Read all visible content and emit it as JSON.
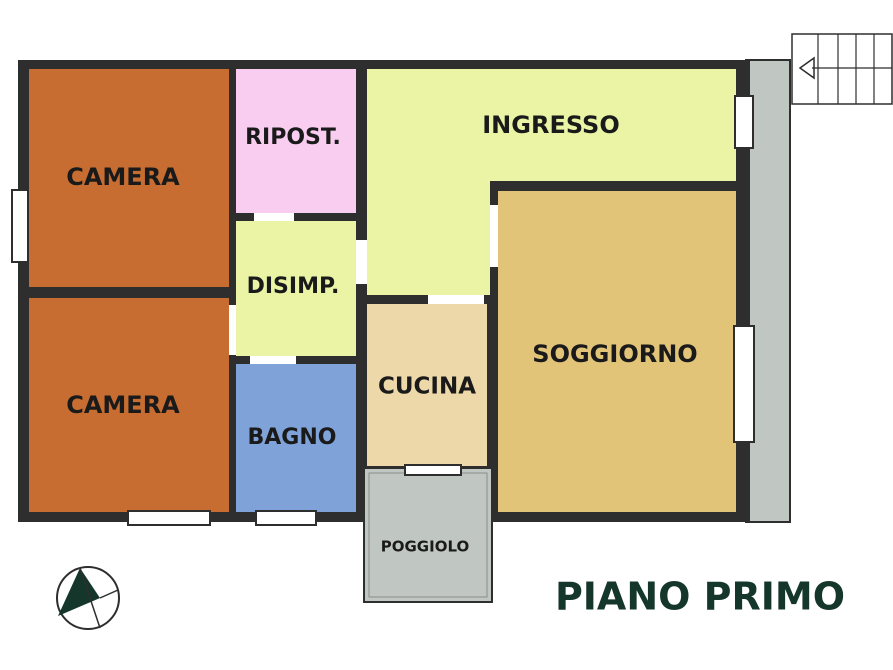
{
  "plan": {
    "title": "PIANO PRIMO",
    "rooms": {
      "camera_top": "CAMERA",
      "ripostiglio": "RIPOST.",
      "ingresso": "INGRESSO",
      "disimpegno": "DISIMP.",
      "camera_bottom": "CAMERA",
      "bagno": "BAGNO",
      "cucina": "CUCINA",
      "soggiorno": "SOGGIORNO",
      "poggiolo": "POGGIOLO"
    },
    "colors": {
      "camera": "#c76d32",
      "ripostiglio": "#f9cdf0",
      "ingresso": "#eaf4a4",
      "disimpegno": "#eaf4a4",
      "bagno": "#7fa2d9",
      "cucina": "#ecd8a8",
      "soggiorno": "#e2c479",
      "poggiolo": "#c0c6c2",
      "corridor": "#c0c6c2",
      "wall": "#2e2e2e",
      "title": "#15362a"
    },
    "icons": [
      "north-arrow-icon",
      "stairs-icon"
    ]
  }
}
